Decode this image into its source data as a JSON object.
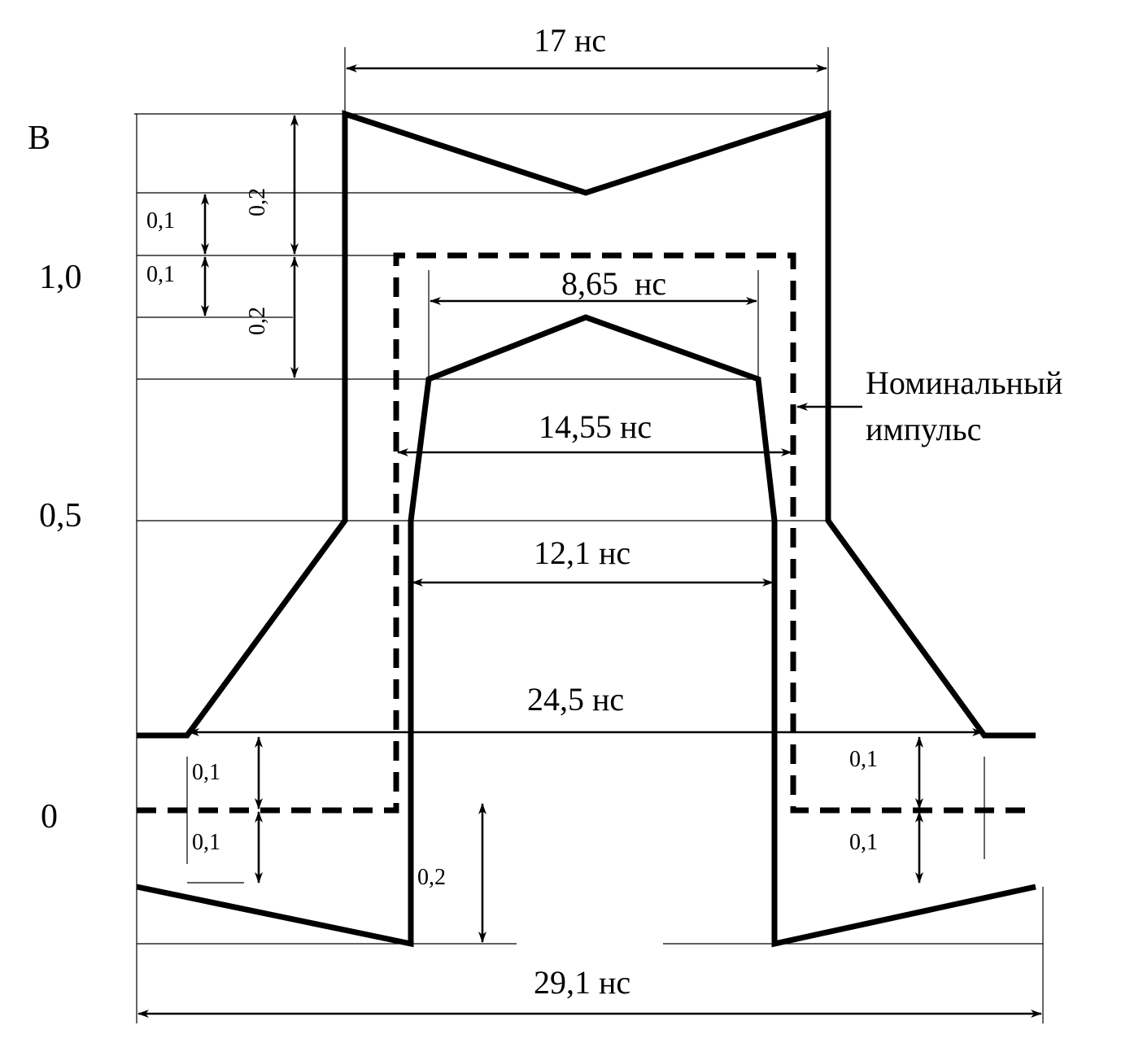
{
  "axis": {
    "unit_label": "В",
    "ticks": [
      "1,0",
      "0,5",
      "0"
    ]
  },
  "dimensions": {
    "top_width": "17 нс",
    "upper_inner_width": "8,65  нс",
    "middle_width": "14,55 нс",
    "lower_inner_width": "12,1 нс",
    "lower_outer_width": "24,5 нс",
    "bottom_width": "29,1 нс"
  },
  "tolerances": {
    "top_left_1": "0,1",
    "top_left_2": "0,1",
    "top_mid_1": "0,2",
    "top_mid_2": "0,2",
    "bottom_left_1": "0,1",
    "bottom_left_2": "0,1",
    "bottom_center": "0,2",
    "bottom_right_1": "0,1",
    "bottom_right_2": "0,1"
  },
  "legend": {
    "nominal_line1": "Номинальный",
    "nominal_line2": "импульс"
  }
}
